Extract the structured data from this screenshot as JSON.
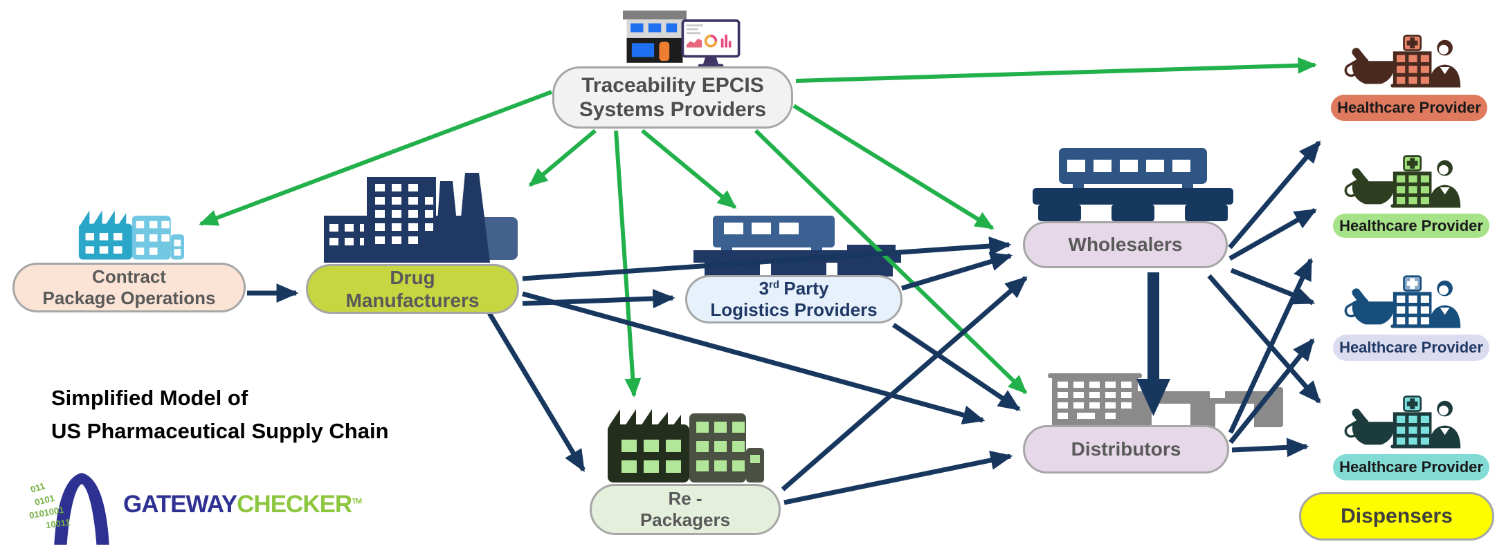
{
  "title": {
    "line1": "Simplified Model of",
    "line2": "US Pharmaceutical Supply Chain"
  },
  "logo": {
    "gateway": "GATEWAY",
    "checker": "CHECKER",
    "tm": "TM",
    "binary1": "011",
    "binary2": "0101",
    "binary3": "0101001",
    "binary4": "10011"
  },
  "nodes": {
    "epcis": {
      "line1": "Traceability EPCIS",
      "line2": "Systems Providers",
      "icon": "storefront-and-dashboard-monitor-icon"
    },
    "cpo": {
      "line1": "Contract",
      "line2": "Package Operations",
      "icon": "cyan-factory-icon"
    },
    "dm": {
      "line1": "Drug",
      "line2": "Manufacturers",
      "icon": "navy-factory-icon"
    },
    "tpl": {
      "num": "3",
      "sup": "rd",
      "party": "Party",
      "line2": "Logistics Providers",
      "icon": "loading-dock-icon"
    },
    "rp": {
      "line1": "Re -",
      "line2": "Packagers",
      "icon": "green-factory-icon"
    },
    "wholesalers": {
      "label": "Wholesalers",
      "icon": "pallet-crates-icon"
    },
    "distributors": {
      "label": "Distributors",
      "icon": "gray-buildings-icon"
    },
    "hp1": {
      "label": "Healthcare Provider",
      "icon": "pharmacy-hospital-person-icon"
    },
    "hp2": {
      "label": "Healthcare Provider",
      "icon": "pharmacy-hospital-person-icon"
    },
    "hp3": {
      "label": "Healthcare Provider",
      "icon": "pharmacy-hospital-person-icon"
    },
    "hp4": {
      "label": "Healthcare Provider",
      "icon": "pharmacy-hospital-person-icon"
    },
    "dispensers": {
      "label": "Dispensers"
    }
  },
  "colors": {
    "green_arrow": "#22b04b",
    "navy_arrow": "#17375e",
    "epcis_fill": "#f2f2f2",
    "cpo_fill": "#fbe3d6",
    "dm_fill": "#c6d641",
    "tpl_fill": "#e7f1fb",
    "rp_fill": "#e5f0dc",
    "wholesaler_fill": "#e6d8e8",
    "distributor_fill": "#e6d8e8",
    "hp1_fill": "#df7a5e",
    "hp2_fill": "#a6e288",
    "hp3_fill": "#dcdcf0",
    "hp4_fill": "#83dbd6",
    "dispensers_fill": "#fdfd00",
    "logo_blue": "#2e3192",
    "logo_green": "#8dc63f"
  },
  "edges": {
    "green_from_epcis_to": [
      "contract-package-operations",
      "drug-manufacturers",
      "third-party-logistics-providers",
      "re-packagers",
      "wholesalers",
      "distributors",
      "healthcare-provider-1"
    ],
    "navy": [
      {
        "from": "contract-package-operations",
        "to": "drug-manufacturers"
      },
      {
        "from": "drug-manufacturers",
        "to": "third-party-logistics-providers"
      },
      {
        "from": "drug-manufacturers",
        "to": "wholesalers"
      },
      {
        "from": "drug-manufacturers",
        "to": "re-packagers"
      },
      {
        "from": "drug-manufacturers",
        "to": "distributors"
      },
      {
        "from": "third-party-logistics-providers",
        "to": "wholesalers"
      },
      {
        "from": "third-party-logistics-providers",
        "to": "distributors"
      },
      {
        "from": "re-packagers",
        "to": "wholesalers"
      },
      {
        "from": "re-packagers",
        "to": "distributors"
      },
      {
        "from": "wholesalers",
        "to": "distributors"
      },
      {
        "from": "wholesalers",
        "to": "healthcare-provider-1"
      },
      {
        "from": "wholesalers",
        "to": "healthcare-provider-2"
      },
      {
        "from": "wholesalers",
        "to": "healthcare-provider-3"
      },
      {
        "from": "wholesalers",
        "to": "healthcare-provider-4"
      },
      {
        "from": "distributors",
        "to": "healthcare-provider-2"
      },
      {
        "from": "distributors",
        "to": "healthcare-provider-3"
      },
      {
        "from": "distributors",
        "to": "healthcare-provider-4"
      }
    ]
  }
}
